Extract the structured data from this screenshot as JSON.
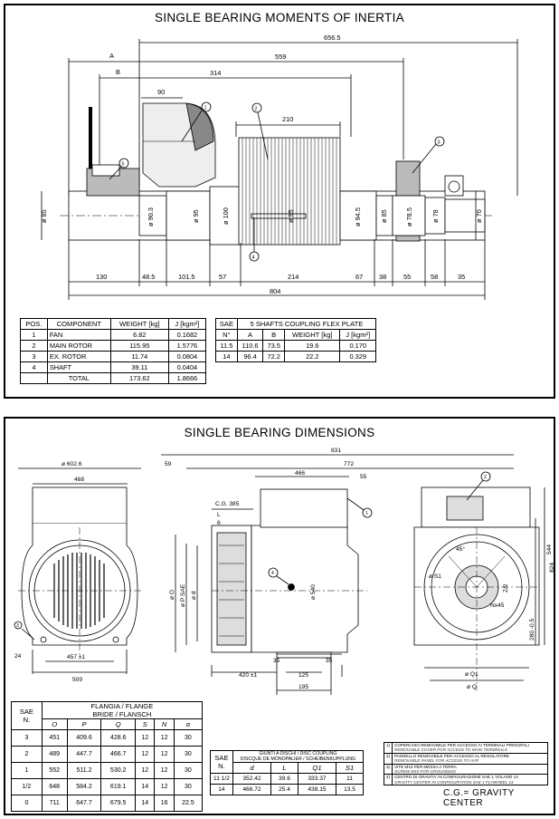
{
  "panel1": {
    "title": "SINGLE BEARING MOMENTS OF INERTIA",
    "dims_top": {
      "d1": "656.5",
      "d2": "559",
      "d3": "314",
      "d4": "90",
      "d5": "210",
      "A": "A",
      "B": "B"
    },
    "diameters": [
      "ø 85",
      "ø 90.3",
      "ø 95",
      "ø 100",
      "ø 95",
      "ø 94.5",
      "ø 85",
      "ø 78.5",
      "ø 78",
      "ø 70"
    ],
    "dims_bottom": [
      "130",
      "48.5",
      "101.5",
      "57",
      "214",
      "67",
      "38",
      "55",
      "58",
      "35"
    ],
    "total_length": "804",
    "balloons": [
      "1",
      "2",
      "3",
      "4",
      "5"
    ],
    "component_table": {
      "headers": [
        "POS.",
        "COMPONENT",
        "WEIGHT [kg]",
        "J [kgm²]"
      ],
      "rows": [
        [
          "1",
          "FAN",
          "6.82",
          "0.1682"
        ],
        [
          "2",
          "MAIN ROTOR",
          "115.95",
          "1.5776"
        ],
        [
          "3",
          "EX. ROTOR",
          "11.74",
          "0.0804"
        ],
        [
          "4",
          "SHAFT",
          "39.11",
          "0.0404"
        ]
      ],
      "total": [
        "TOTAL",
        "173.62",
        "1.8666"
      ]
    },
    "coupling_table": {
      "h_sae": "SAE",
      "h_n": "N°",
      "h_main": "5 SHAFTS COUPLING FLEX PLATE",
      "subheaders": [
        "A",
        "B",
        "WEIGHT [kg]",
        "J [kgm²]"
      ],
      "rows": [
        [
          "11.5",
          "110.6",
          "73.5",
          "19.6",
          "0.170"
        ],
        [
          "14",
          "96.4",
          "72.2",
          "22.2",
          "0.329"
        ]
      ]
    }
  },
  "panel2": {
    "title": "SINGLE BEARING DIMENSIONS",
    "left_view": {
      "d_outer": "ø 602.6",
      "w468": "468",
      "w457": "457 ±1",
      "w509": "509",
      "d24": "24",
      "balloon": "3"
    },
    "side_view": {
      "d831": "831",
      "d772": "772",
      "d59": "59",
      "d466": "466",
      "d55": "55",
      "cg": "C.G. 385",
      "L": "L",
      "d6": "6",
      "phiO": "ø O",
      "phiP": "ø P SAE",
      "phid": "ø d",
      "d540": "ø 540",
      "d420": "420 ±1",
      "d35a": "35",
      "d35b": "35",
      "d125": "125",
      "d195": "195",
      "balloon1": "1",
      "balloon4": "4"
    },
    "right_view": {
      "a45": "45°",
      "S": "ø S1",
      "N": "Nx45",
      "Z": "Z/2",
      "d544": "544",
      "d824": "824",
      "d280": "280 -0.5",
      "q1": "ø Q1",
      "q": "ø Q",
      "balloon": "2"
    },
    "flange_table": {
      "h_sae": "SAE",
      "h_n": "N.",
      "h_main": "FLANGIA / FLANGE",
      "h_main2": "BRIDE / FLANSCH",
      "cols": [
        "O",
        "P",
        "Q",
        "S",
        "N",
        "α"
      ],
      "rows": [
        [
          "3",
          "451",
          "409.6",
          "428.6",
          "12",
          "12",
          "30"
        ],
        [
          "2",
          "489",
          "447.7",
          "466.7",
          "12",
          "12",
          "30"
        ],
        [
          "1",
          "552",
          "511.2",
          "530.2",
          "12",
          "12",
          "30"
        ],
        [
          "1/2",
          "648",
          "584.2",
          "619.1",
          "14",
          "12",
          "30"
        ],
        [
          "0",
          "711",
          "647.7",
          "679.5",
          "14",
          "16",
          "22.5"
        ]
      ]
    },
    "disc_table": {
      "h_sae": "SAE",
      "h_n": "N.",
      "h_main": "GIUNTI A DISCHI / DISC COUPLING",
      "h_main2": "DISCQUE DE MONOPALIER / SCHEIBENKUPPLUNG",
      "cols": [
        "d",
        "L",
        "Q1",
        "S1"
      ],
      "rows": [
        [
          "11 1/2",
          "352.42",
          "39.6",
          "333.37",
          "11"
        ],
        [
          "14",
          "466.72",
          "25.4",
          "438.15",
          "13.5"
        ]
      ]
    },
    "legend": [
      {
        "n": "1)",
        "it": "COPERCHIO REMOVIBILE PER ACCESSO AI TERMINALI PRINCIPALI",
        "en": "REMOVABLE COVER FOR ACCESS TO MAIN TERMINALS"
      },
      {
        "n": "2)",
        "it": "PANNELLO REMOVIBILE PER ACCESSO AL REGOLATORE",
        "en": "REMOVABLE PANEL FOR ACCESS TO AVR"
      },
      {
        "n": "3)",
        "it": "VITE M10 PER MESSA A TERRA",
        "en": "SCREW M10 FOR GROUNDING"
      },
      {
        "n": "4)",
        "it": "CENTRO DI GRAVITA' IN CONFIGURAZIONE SAE 1 VOLANO 14",
        "en": "GRAVITY CENTER IN CONFIGURATION SAE 1 FLYWHEEL 14"
      }
    ],
    "cg_note": "C.G.= GRAVITY CENTER"
  }
}
